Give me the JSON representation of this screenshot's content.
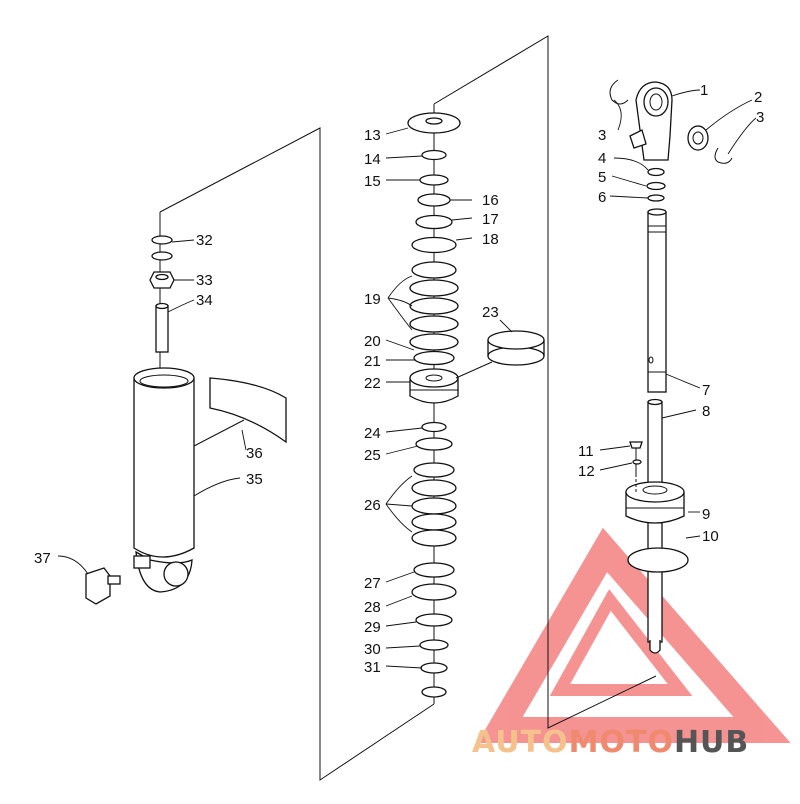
{
  "callouts": [
    {
      "id": "1",
      "text": "1"
    },
    {
      "id": "2",
      "text": "2"
    },
    {
      "id": "3a",
      "text": "3"
    },
    {
      "id": "3b",
      "text": "3"
    },
    {
      "id": "4",
      "text": "4"
    },
    {
      "id": "5",
      "text": "5"
    },
    {
      "id": "6",
      "text": "6"
    },
    {
      "id": "7",
      "text": "7"
    },
    {
      "id": "8",
      "text": "8"
    },
    {
      "id": "9",
      "text": "9"
    },
    {
      "id": "10",
      "text": "10"
    },
    {
      "id": "11",
      "text": "11"
    },
    {
      "id": "12",
      "text": "12"
    },
    {
      "id": "13",
      "text": "13"
    },
    {
      "id": "14",
      "text": "14"
    },
    {
      "id": "15",
      "text": "15"
    },
    {
      "id": "16",
      "text": "16"
    },
    {
      "id": "17",
      "text": "17"
    },
    {
      "id": "18",
      "text": "18"
    },
    {
      "id": "19",
      "text": "19"
    },
    {
      "id": "20",
      "text": "20"
    },
    {
      "id": "21",
      "text": "21"
    },
    {
      "id": "22",
      "text": "22"
    },
    {
      "id": "23",
      "text": "23"
    },
    {
      "id": "24",
      "text": "24"
    },
    {
      "id": "25",
      "text": "25"
    },
    {
      "id": "26",
      "text": "26"
    },
    {
      "id": "27",
      "text": "27"
    },
    {
      "id": "28",
      "text": "28"
    },
    {
      "id": "29",
      "text": "29"
    },
    {
      "id": "30",
      "text": "30"
    },
    {
      "id": "31",
      "text": "31"
    },
    {
      "id": "32",
      "text": "32"
    },
    {
      "id": "33",
      "text": "33"
    },
    {
      "id": "34",
      "text": "34"
    },
    {
      "id": "35",
      "text": "35"
    },
    {
      "id": "36",
      "text": "36"
    },
    {
      "id": "37",
      "text": "37"
    }
  ],
  "watermark": {
    "part1": "AUTO",
    "part2": "MOTO",
    "part3": "HUB",
    "color_light": "#f5c28e",
    "color_mid": "#f08a6e",
    "color_dark": "#555555",
    "triangle_color": "#ee3b3b"
  }
}
